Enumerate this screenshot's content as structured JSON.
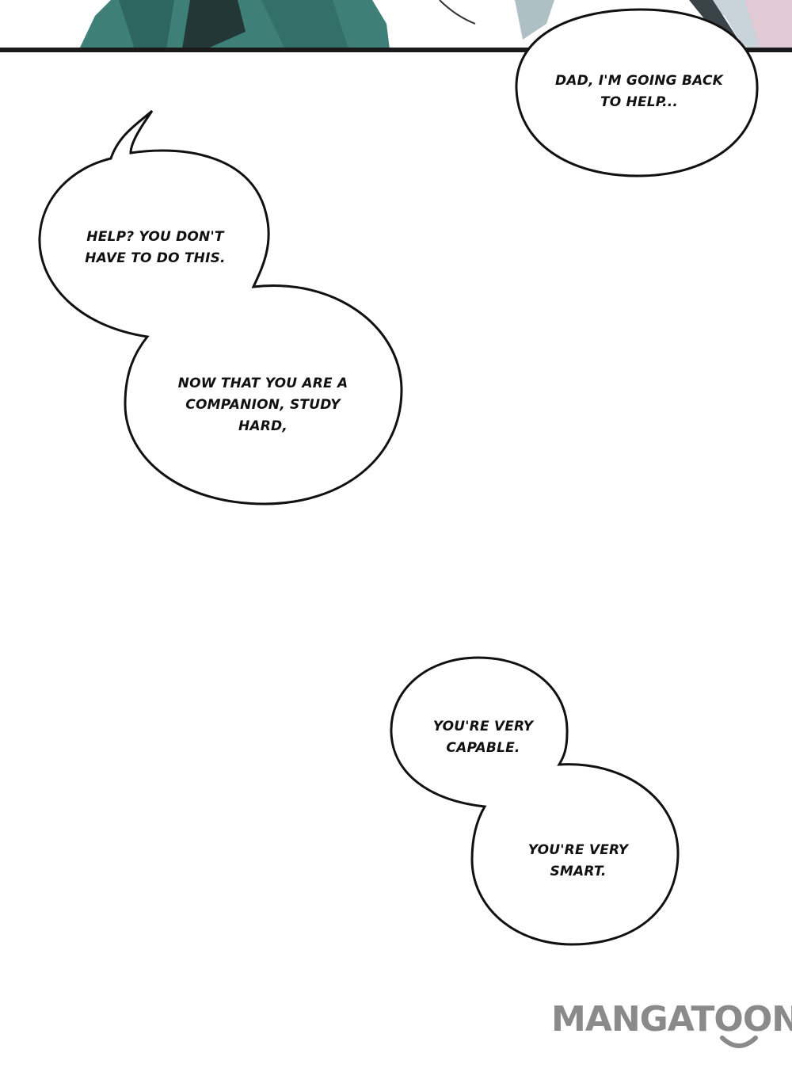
{
  "colors": {
    "background": "#ffffff",
    "ink": "#111111",
    "panel_border": "#1a1a1a",
    "art_teal": "#3e7f78",
    "art_dark": "#1f2a2c",
    "logo_gray": "#8a8a8a"
  },
  "bubbles": [
    {
      "id": "bubble-1",
      "text": "DAD, I'M GOING BACK\nTO HELP..."
    },
    {
      "id": "bubble-2",
      "text": "HELP? YOU DON'T\nHAVE TO DO THIS."
    },
    {
      "id": "bubble-3",
      "text": "NOW THAT YOU ARE A\nCOMPANION, STUDY\nHARD,"
    },
    {
      "id": "bubble-4",
      "text": "YOU'RE VERY\nCAPABLE."
    },
    {
      "id": "bubble-5",
      "text": "YOU'RE VERY\nSMART."
    }
  ],
  "watermark": {
    "text": "MANGATOON"
  }
}
